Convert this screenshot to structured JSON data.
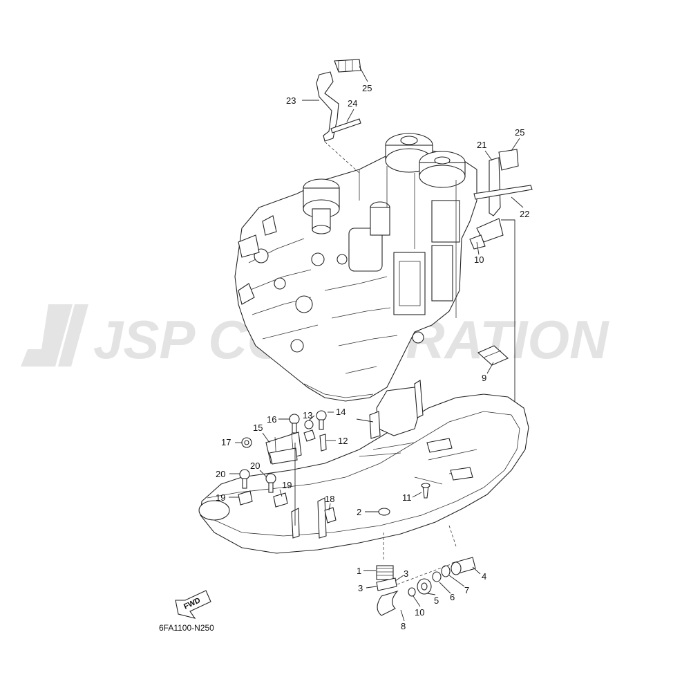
{
  "diagram": {
    "code": "6FA1100-N250",
    "fwd_label": "FWD",
    "watermark": "JSP CORPORATION"
  },
  "callouts": [
    {
      "id": "c25a",
      "label": "25"
    },
    {
      "id": "c23",
      "label": "23"
    },
    {
      "id": "c24",
      "label": "24"
    },
    {
      "id": "c25b",
      "label": "25"
    },
    {
      "id": "c21",
      "label": "21"
    },
    {
      "id": "c22",
      "label": "22"
    },
    {
      "id": "c10a",
      "label": "10"
    },
    {
      "id": "c9",
      "label": "9"
    },
    {
      "id": "c16",
      "label": "16"
    },
    {
      "id": "c13",
      "label": "13"
    },
    {
      "id": "c14",
      "label": "14"
    },
    {
      "id": "c15",
      "label": "15"
    },
    {
      "id": "c17",
      "label": "17"
    },
    {
      "id": "c12",
      "label": "12"
    },
    {
      "id": "c20a",
      "label": "20"
    },
    {
      "id": "c20b",
      "label": "20"
    },
    {
      "id": "c19a",
      "label": "19"
    },
    {
      "id": "c19b",
      "label": "19"
    },
    {
      "id": "c18",
      "label": "18"
    },
    {
      "id": "c11",
      "label": "11"
    },
    {
      "id": "c2",
      "label": "2"
    },
    {
      "id": "c1",
      "label": "1"
    },
    {
      "id": "c3a",
      "label": "3"
    },
    {
      "id": "c3b",
      "label": "3"
    },
    {
      "id": "c4",
      "label": "4"
    },
    {
      "id": "c7",
      "label": "7"
    },
    {
      "id": "c6",
      "label": "6"
    },
    {
      "id": "c5",
      "label": "5"
    },
    {
      "id": "c10b",
      "label": "10"
    },
    {
      "id": "c8",
      "label": "8"
    }
  ]
}
